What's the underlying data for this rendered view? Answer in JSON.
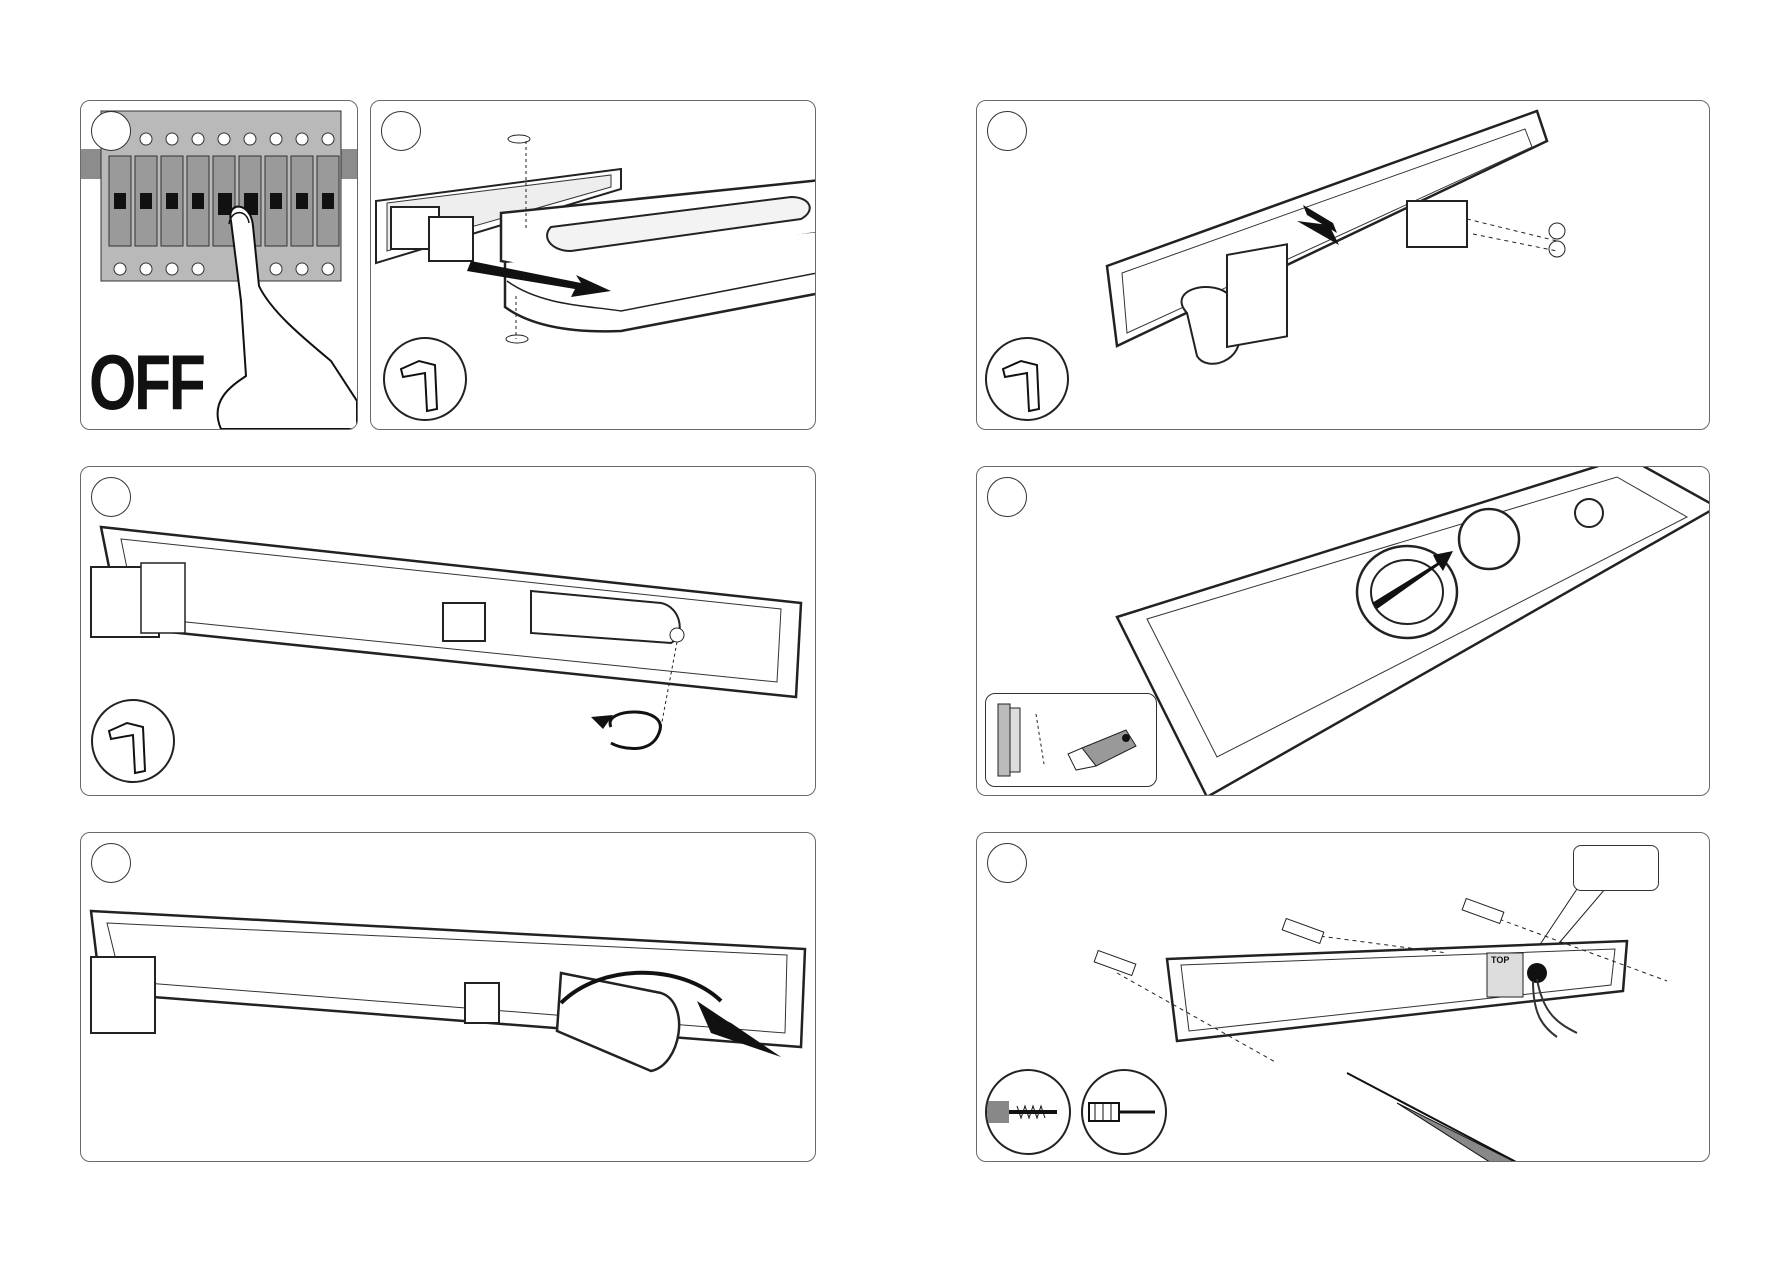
{
  "page": {
    "sheet": "installation-instructions-steps"
  },
  "steps": [
    {
      "id": "step-1",
      "off_label": "OFF",
      "tool_icons": []
    },
    {
      "id": "step-2",
      "tool_icons": [
        "allen-key-icon"
      ]
    },
    {
      "id": "step-3",
      "tool_icons": [
        "allen-key-icon"
      ]
    },
    {
      "id": "step-4",
      "tool_icons": [
        "allen-key-icon"
      ]
    },
    {
      "id": "step-5",
      "tool_icons": [
        "gasket-cut-icon",
        "utility-knife-icon"
      ]
    },
    {
      "id": "step-6",
      "tool_icons": []
    },
    {
      "id": "step-7",
      "tool_icons": [
        "screw-icon",
        "screwdriver-icon"
      ]
    }
  ],
  "callout": {
    "text": ""
  },
  "terminal_block_label": "TOP"
}
